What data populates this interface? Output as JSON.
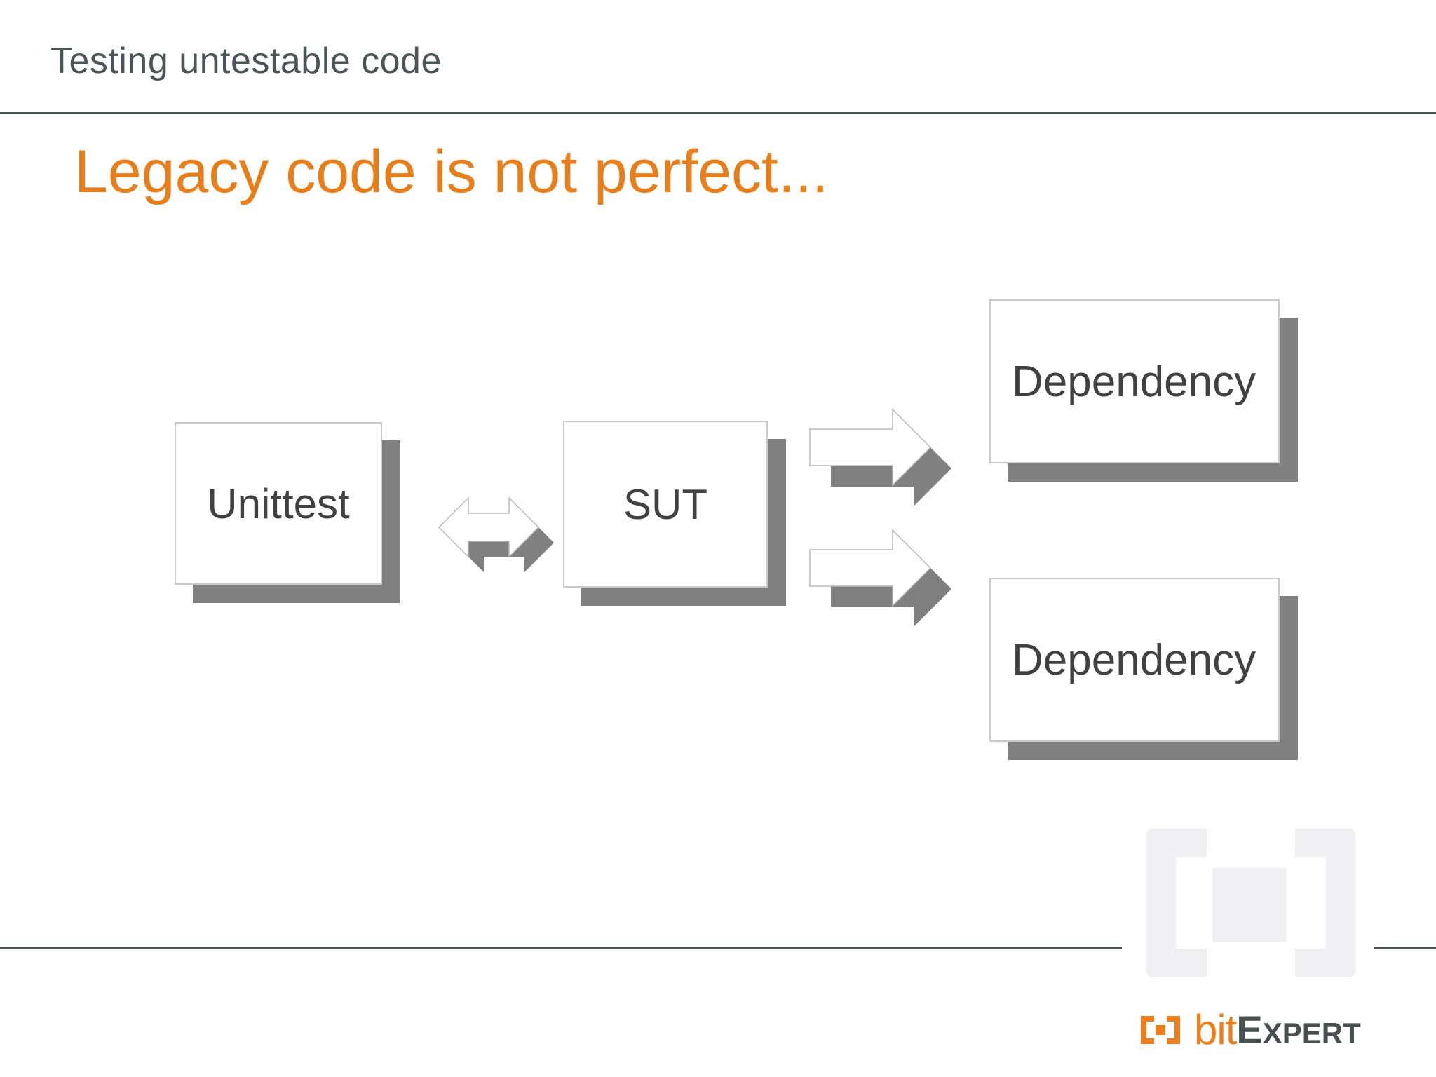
{
  "slide": {
    "header_title": "Testing untestable code",
    "title": "Legacy code is not perfect...",
    "colors": {
      "accent_orange": "#e87e1a",
      "header_gray": "#4b5555",
      "rule_gray": "#4a5151",
      "shadow_gray": "#808080",
      "box_border": "#c9c9cd",
      "label_gray": "#414141",
      "watermark_gray": "#f0f0f2"
    }
  },
  "diagram": {
    "nodes": [
      {
        "id": "unittest",
        "label": "Unittest"
      },
      {
        "id": "sut",
        "label": "SUT"
      },
      {
        "id": "dependency-1",
        "label": "Dependency"
      },
      {
        "id": "dependency-2",
        "label": "Dependency"
      }
    ],
    "arrows": [
      {
        "id": "unittest-sut",
        "kind": "double-headed"
      },
      {
        "id": "sut-dependency-1",
        "kind": "right"
      },
      {
        "id": "sut-dependency-2",
        "kind": "right"
      }
    ]
  },
  "footer": {
    "logo": {
      "mark": "bracket-square-icon",
      "text_primary": "bit",
      "text_secondary_cap": "E",
      "text_secondary_rest": "XPERT"
    }
  },
  "watermark": {
    "mark": "bracket-square-icon"
  }
}
